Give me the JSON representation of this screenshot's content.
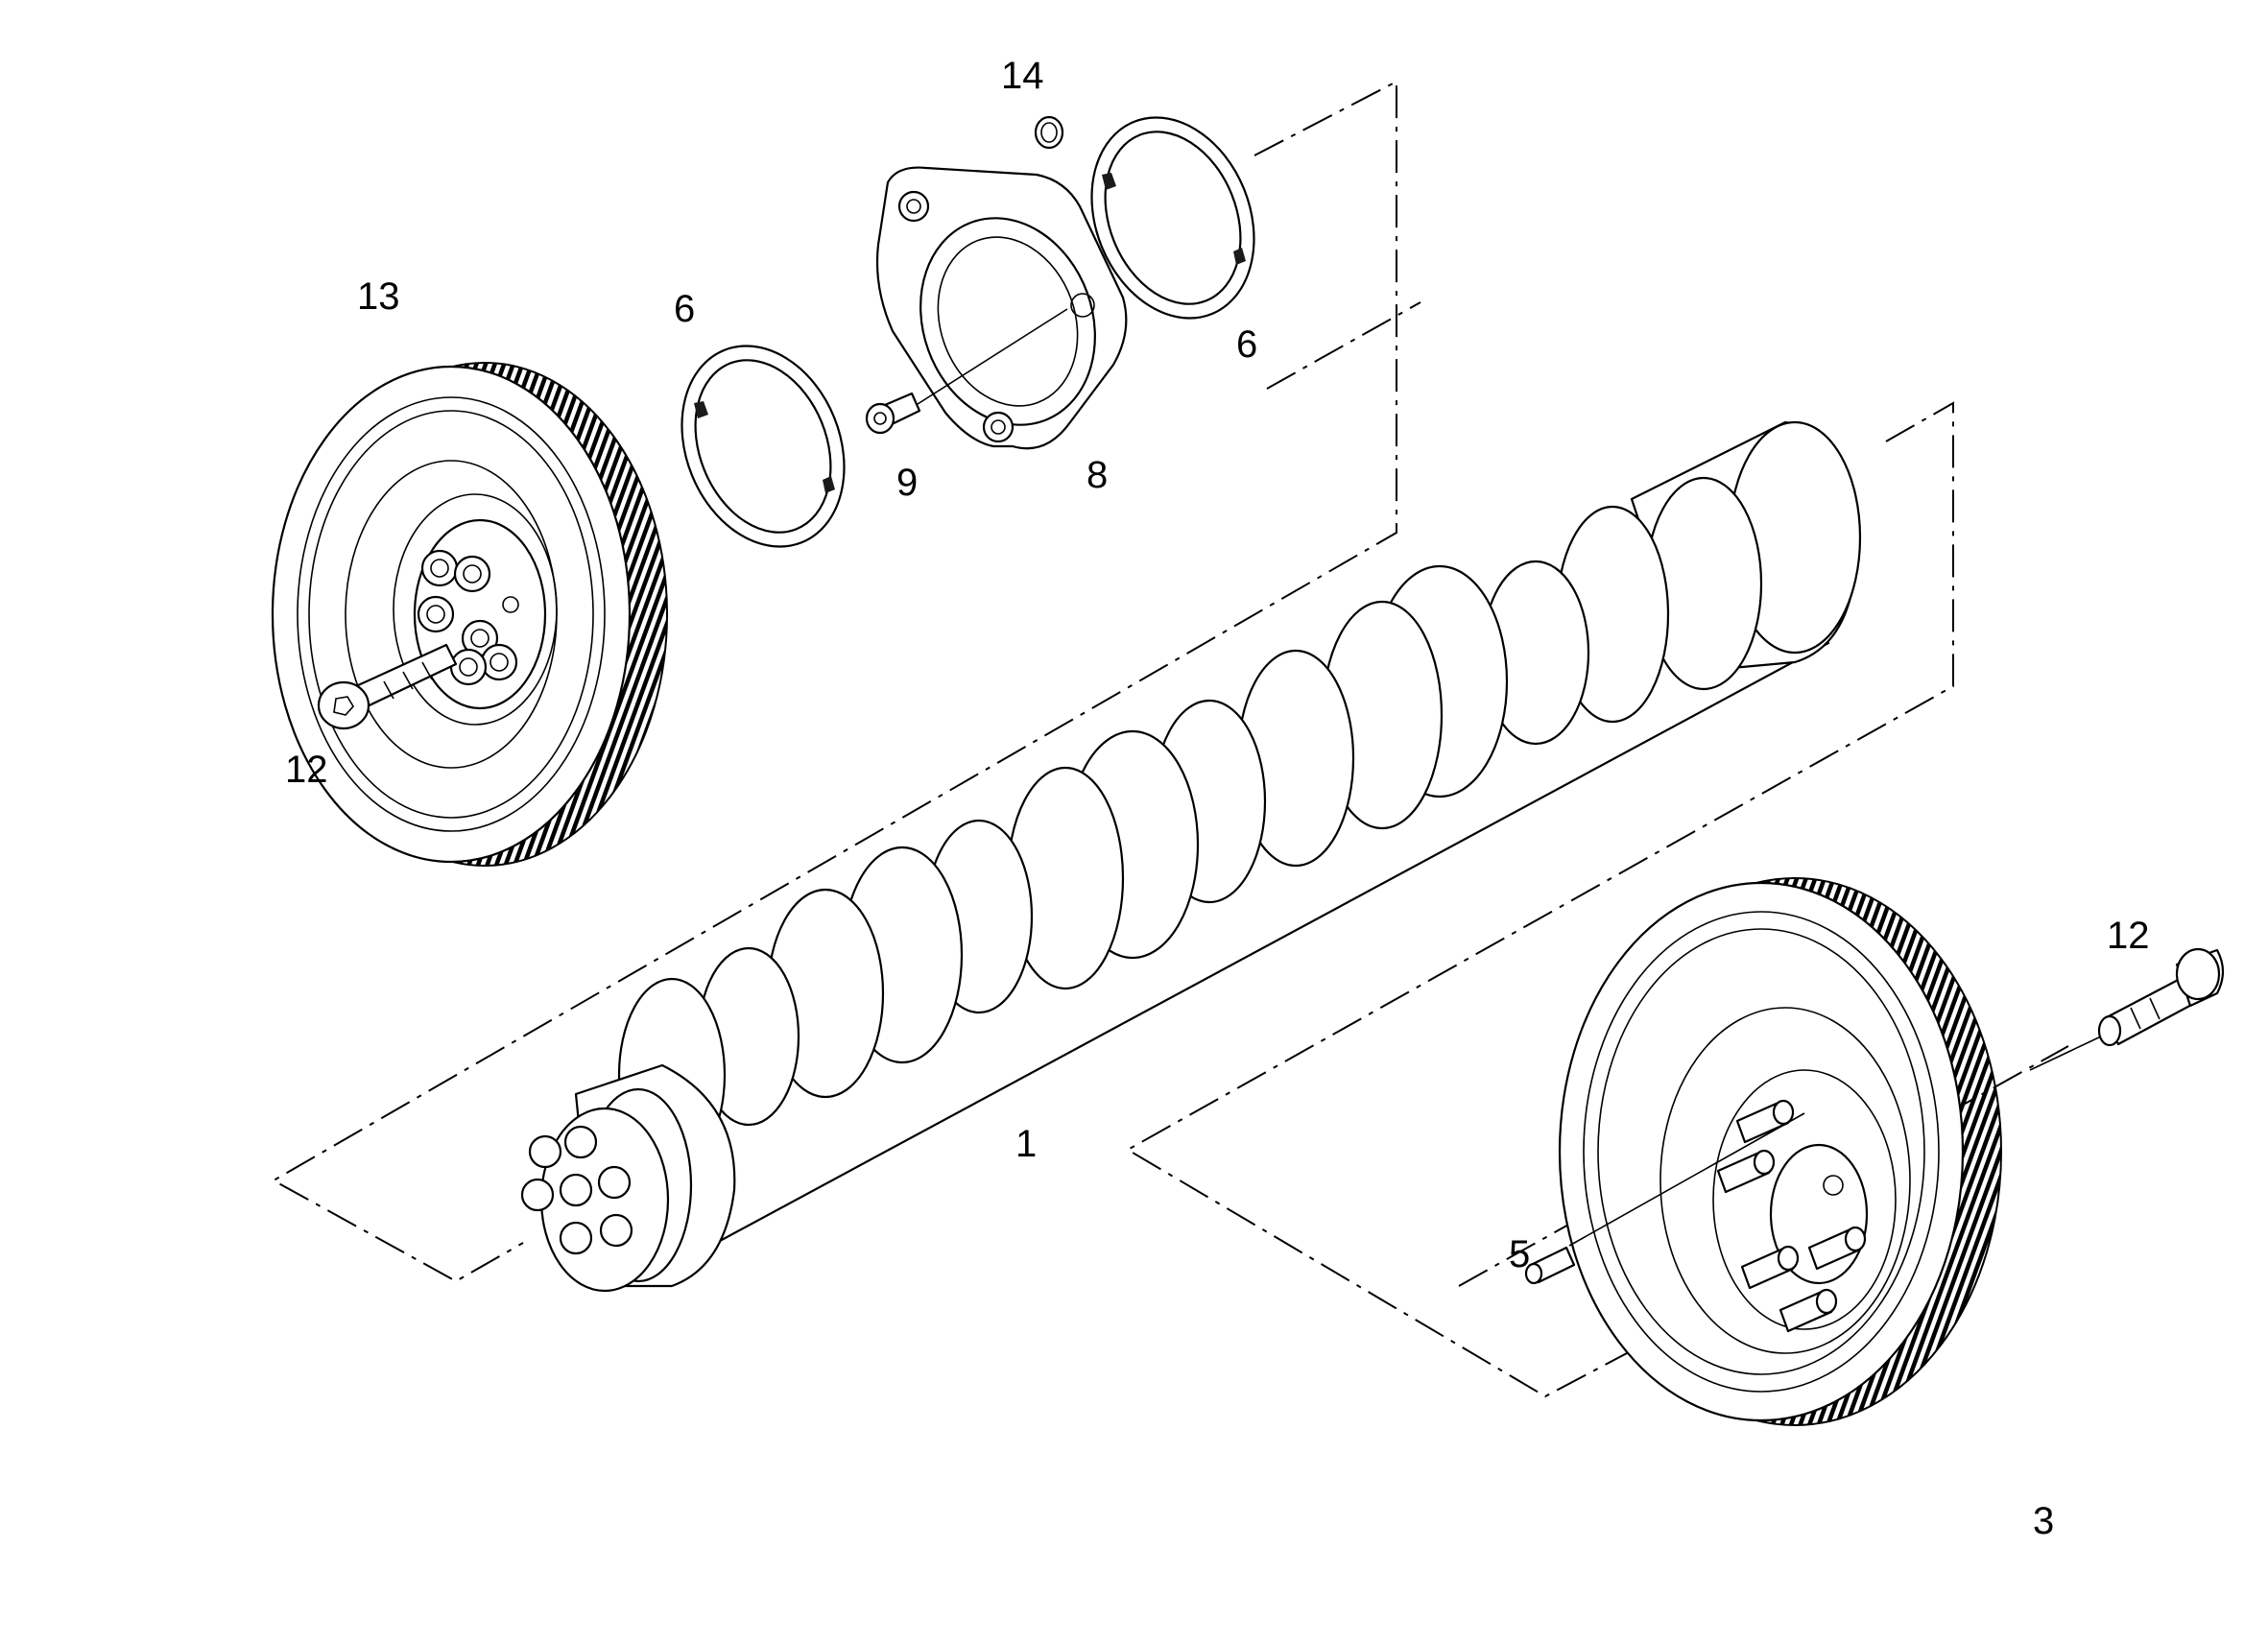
{
  "callouts": {
    "p1": "1",
    "p3": "3",
    "p5": "5",
    "p6a": "6",
    "p6b": "6",
    "p8": "8",
    "p9": "9",
    "p12a": "12",
    "p12b": "12",
    "p13": "13",
    "p14": "14"
  },
  "colors": {
    "line": "#000000",
    "background": "#ffffff"
  }
}
